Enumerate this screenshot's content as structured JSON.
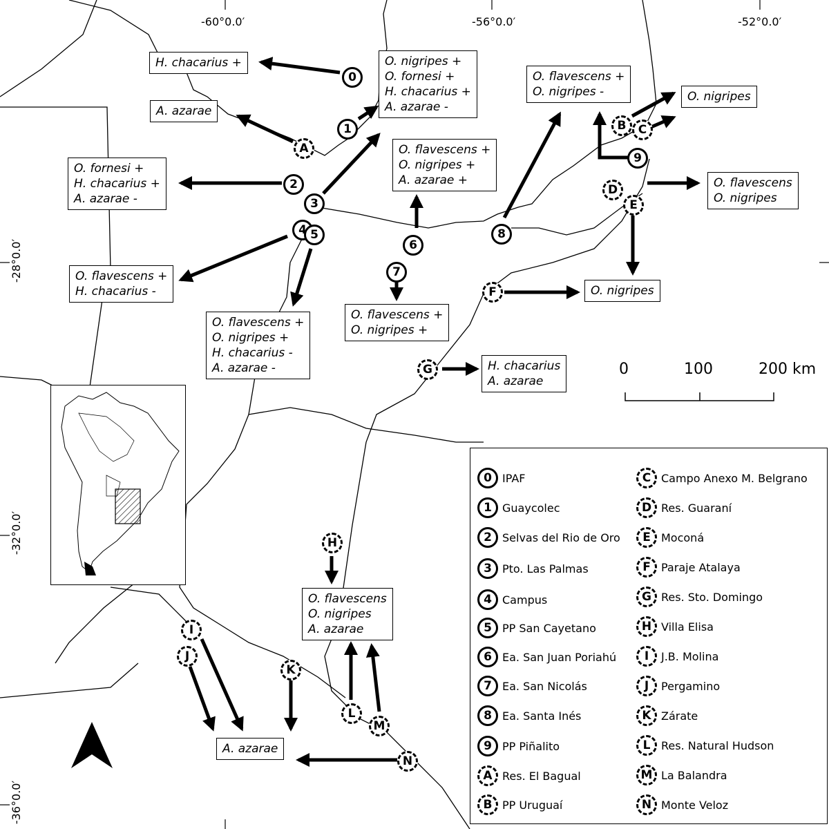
{
  "coords": {
    "lon": [
      "-60°0.0′",
      "-56°0.0′",
      "-52°0.0′"
    ],
    "lat": [
      "-28°0.0′",
      "-32°0.0′",
      "-36°0.0′"
    ]
  },
  "scale_bar": {
    "labels": [
      "0",
      "100",
      "200 km"
    ]
  },
  "sites": [
    {
      "id": "0",
      "style": "solid"
    },
    {
      "id": "1",
      "style": "solid"
    },
    {
      "id": "2",
      "style": "solid"
    },
    {
      "id": "3",
      "style": "solid"
    },
    {
      "id": "4",
      "style": "solid"
    },
    {
      "id": "5",
      "style": "solid"
    },
    {
      "id": "6",
      "style": "solid"
    },
    {
      "id": "7",
      "style": "solid"
    },
    {
      "id": "8",
      "style": "solid"
    },
    {
      "id": "9",
      "style": "solid"
    },
    {
      "id": "A",
      "style": "dashed"
    },
    {
      "id": "B",
      "style": "dashed"
    },
    {
      "id": "C",
      "style": "dashed"
    },
    {
      "id": "D",
      "style": "dashed"
    },
    {
      "id": "E",
      "style": "dashed"
    },
    {
      "id": "F",
      "style": "dashed"
    },
    {
      "id": "G",
      "style": "dashed"
    },
    {
      "id": "H",
      "style": "dashed"
    },
    {
      "id": "I",
      "style": "dashed"
    },
    {
      "id": "J",
      "style": "dashed"
    },
    {
      "id": "K",
      "style": "dashed"
    },
    {
      "id": "L",
      "style": "dashed"
    },
    {
      "id": "M",
      "style": "dashed"
    },
    {
      "id": "N",
      "style": "dashed"
    }
  ],
  "labels": [
    {
      "key": "l0",
      "lines": [
        "H. chacarius +"
      ]
    },
    {
      "key": "l1",
      "lines": [
        "O. nigripes +",
        "O. fornesi +",
        "H. chacarius +",
        "A. azarae -"
      ]
    },
    {
      "key": "lA",
      "lines": [
        "A. azarae"
      ]
    },
    {
      "key": "l2",
      "lines": [
        "O. fornesi +",
        "H. chacarius +",
        "A. azarae -"
      ]
    },
    {
      "key": "l6",
      "lines": [
        "O. flavescens +",
        "O. nigripes +",
        "A. azarae +"
      ]
    },
    {
      "key": "l8",
      "lines": [
        "O. flavescens +",
        "O. nigripes -"
      ]
    },
    {
      "key": "lBC",
      "lines": [
        "O. nigripes"
      ]
    },
    {
      "key": "lD",
      "lines": [
        "O. flavescens",
        "O. nigripes"
      ]
    },
    {
      "key": "l4",
      "lines": [
        "O. flavescens +",
        "H. chacarius -"
      ]
    },
    {
      "key": "l5",
      "lines": [
        "O. flavescens +",
        "O. nigripes +",
        "H. chacarius -",
        "A. azarae -"
      ]
    },
    {
      "key": "l7",
      "lines": [
        "O. flavescens +",
        "O. nigripes +"
      ]
    },
    {
      "key": "lE",
      "lines": [
        "O. nigripes"
      ]
    },
    {
      "key": "lG",
      "lines": [
        "H. chacarius",
        "A. azarae"
      ]
    },
    {
      "key": "lH",
      "lines": [
        "O. flavescens",
        "O. nigripes",
        "A. azarae"
      ]
    },
    {
      "key": "lIJK",
      "lines": [
        "A. azarae"
      ]
    }
  ],
  "legend": [
    {
      "id": "0",
      "style": "solid",
      "name": "IPAF"
    },
    {
      "id": "1",
      "style": "solid",
      "name": "Guaycolec"
    },
    {
      "id": "2",
      "style": "solid",
      "name": "Selvas del Rio de Oro"
    },
    {
      "id": "3",
      "style": "solid",
      "name": "Pto. Las Palmas"
    },
    {
      "id": "4",
      "style": "solid",
      "name": "Campus"
    },
    {
      "id": "5",
      "style": "solid",
      "name": "PP San Cayetano"
    },
    {
      "id": "6",
      "style": "solid",
      "name": "Ea. San Juan Poriahú"
    },
    {
      "id": "7",
      "style": "solid",
      "name": "Ea. San Nicolás"
    },
    {
      "id": "8",
      "style": "solid",
      "name": "Ea. Santa Inés"
    },
    {
      "id": "9",
      "style": "solid",
      "name": "PP Piñalito"
    },
    {
      "id": "A",
      "style": "dashed",
      "name": "Res. El Bagual"
    },
    {
      "id": "B",
      "style": "dashed",
      "name": "PP Uruguaí"
    },
    {
      "id": "C",
      "style": "dashed",
      "name": "Campo Anexo M. Belgrano"
    },
    {
      "id": "D",
      "style": "dashed",
      "name": "Res. Guaraní"
    },
    {
      "id": "E",
      "style": "dashed",
      "name": "Moconá"
    },
    {
      "id": "F",
      "style": "dashed",
      "name": "Paraje Atalaya"
    },
    {
      "id": "G",
      "style": "dashed",
      "name": "Res. Sto. Domingo"
    },
    {
      "id": "H",
      "style": "dashed",
      "name": "Villa Elisa"
    },
    {
      "id": "I",
      "style": "dashed",
      "name": "J.B. Molina"
    },
    {
      "id": "J",
      "style": "dashed",
      "name": "Pergamino"
    },
    {
      "id": "K",
      "style": "dashed",
      "name": "Zárate"
    },
    {
      "id": "L",
      "style": "dashed",
      "name": "Res. Natural Hudson"
    },
    {
      "id": "M",
      "style": "dashed",
      "name": "La Balandra"
    },
    {
      "id": "N",
      "style": "dashed",
      "name": "Monte Veloz"
    }
  ]
}
